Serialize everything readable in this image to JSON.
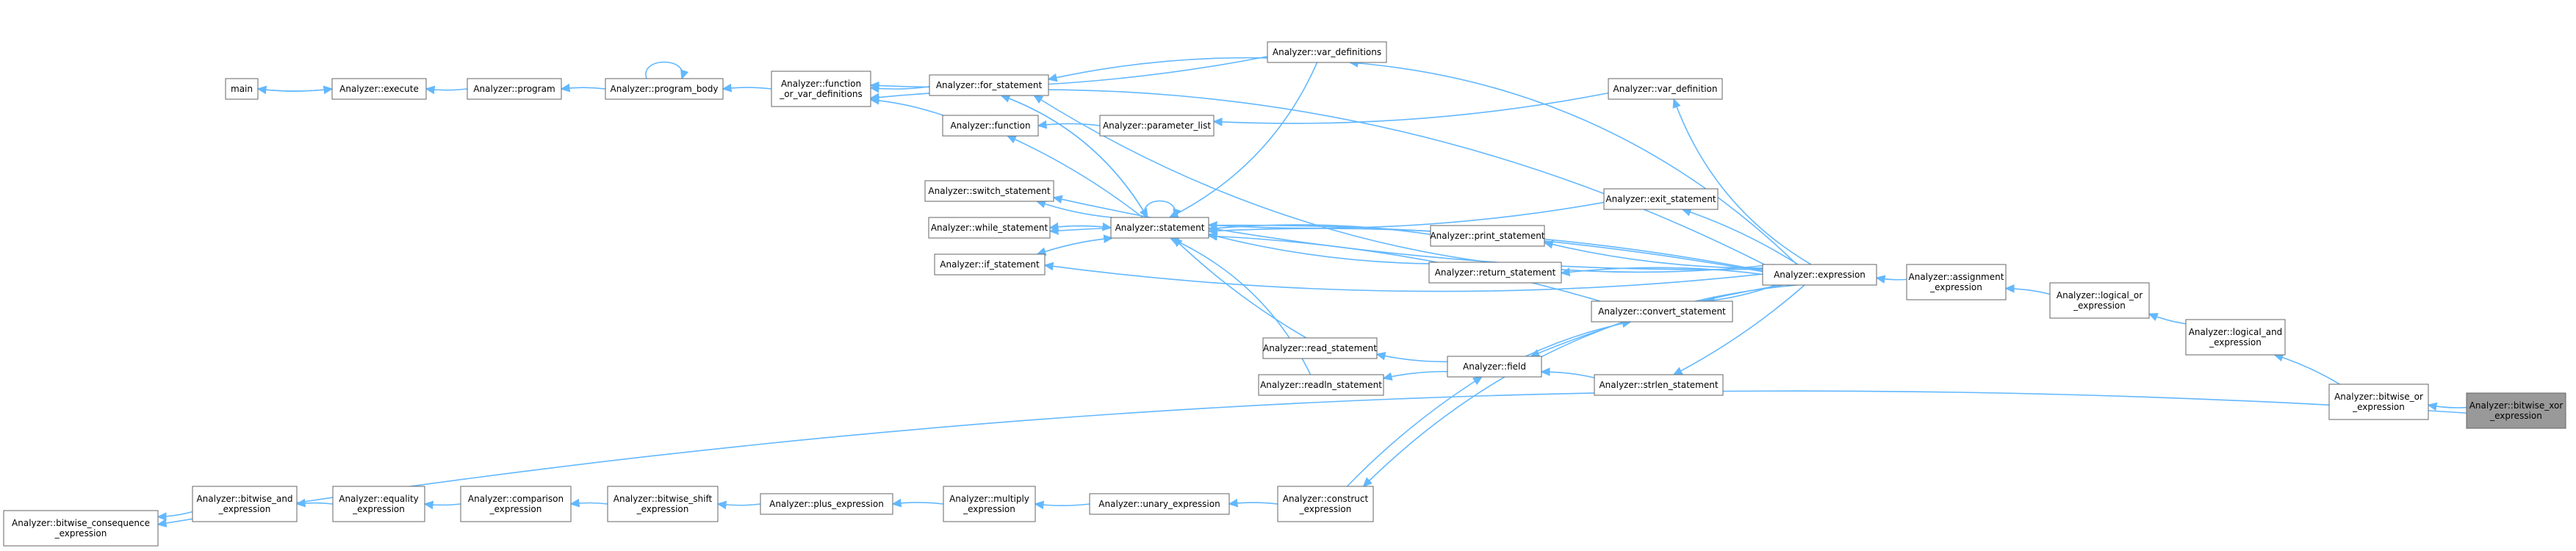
{
  "diagram": {
    "highlight_color": "#999999",
    "edge_color": "#63b8ff",
    "node_border_color": "#666666",
    "nodes": {
      "main": [
        "main"
      ],
      "execute": [
        "Analyzer::execute"
      ],
      "program": [
        "Analyzer::program"
      ],
      "program_body": [
        "Analyzer::program_body"
      ],
      "func_or_var": [
        "Analyzer::function",
        "_or_var_definitions"
      ],
      "for_statement": [
        "Analyzer::for_statement"
      ],
      "function": [
        "Analyzer::function"
      ],
      "var_definitions": [
        "Analyzer::var_definitions"
      ],
      "parameter_list": [
        "Analyzer::parameter_list"
      ],
      "var_definition": [
        "Analyzer::var_definition"
      ],
      "switch_statement": [
        "Analyzer::switch_statement"
      ],
      "while_statement": [
        "Analyzer::while_statement"
      ],
      "if_statement": [
        "Analyzer::if_statement"
      ],
      "statement": [
        "Analyzer::statement"
      ],
      "exit_statement": [
        "Analyzer::exit_statement"
      ],
      "print_statement": [
        "Analyzer::print_statement"
      ],
      "return_statement": [
        "Analyzer::return_statement"
      ],
      "convert_statement": [
        "Analyzer::convert_statement"
      ],
      "read_statement": [
        "Analyzer::read_statement"
      ],
      "readln_statement": [
        "Analyzer::readln_statement"
      ],
      "field": [
        "Analyzer::field"
      ],
      "strlen_statement": [
        "Analyzer::strlen_statement"
      ],
      "expression": [
        "Analyzer::expression"
      ],
      "assignment": [
        "Analyzer::assignment",
        "_expression"
      ],
      "logical_or": [
        "Analyzer::logical_or",
        "_expression"
      ],
      "logical_and": [
        "Analyzer::logical_and",
        "_expression"
      ],
      "bitwise_or": [
        "Analyzer::bitwise_or",
        "_expression"
      ],
      "bitwise_xor": [
        "Analyzer::bitwise_xor",
        "_expression"
      ],
      "bitwise_consequence": [
        "Analyzer::bitwise_consequence",
        "_expression"
      ],
      "bitwise_and": [
        "Analyzer::bitwise_and",
        "_expression"
      ],
      "equality": [
        "Analyzer::equality",
        "_expression"
      ],
      "comparison": [
        "Analyzer::comparison",
        "_expression"
      ],
      "bitwise_shift": [
        "Analyzer::bitwise_shift",
        "_expression"
      ],
      "plus": [
        "Analyzer::plus_expression"
      ],
      "multiply": [
        "Analyzer::multiply",
        "_expression"
      ],
      "unary": [
        "Analyzer::unary_expression"
      ],
      "construct": [
        "Analyzer::construct",
        "_expression"
      ]
    },
    "highlighted_node": "bitwise_xor",
    "edges": [
      [
        "execute",
        "main"
      ],
      [
        "main",
        "execute"
      ],
      [
        "program",
        "execute"
      ],
      [
        "program_body",
        "program"
      ],
      [
        "program_body",
        "program_body"
      ],
      [
        "func_or_var",
        "program_body"
      ],
      [
        "for_statement",
        "func_or_var"
      ],
      [
        "function",
        "func_or_var"
      ],
      [
        "var_definitions",
        "func_or_var"
      ],
      [
        "var_definitions",
        "for_statement"
      ],
      [
        "var_definitions",
        "statement"
      ],
      [
        "parameter_list",
        "function"
      ],
      [
        "var_definition",
        "parameter_list"
      ],
      [
        "statement",
        "for_statement"
      ],
      [
        "for_statement",
        "statement"
      ],
      [
        "statement",
        "function"
      ],
      [
        "statement",
        "switch_statement"
      ],
      [
        "statement",
        "while_statement"
      ],
      [
        "while_statement",
        "statement"
      ],
      [
        "statement",
        "if_statement"
      ],
      [
        "if_statement",
        "statement"
      ],
      [
        "statement",
        "statement"
      ],
      [
        "exit_statement",
        "statement"
      ],
      [
        "print_statement",
        "statement"
      ],
      [
        "return_statement",
        "statement"
      ],
      [
        "convert_statement",
        "statement"
      ],
      [
        "read_statement",
        "statement"
      ],
      [
        "readln_statement",
        "statement"
      ],
      [
        "field",
        "read_statement"
      ],
      [
        "field",
        "readln_statement"
      ],
      [
        "field",
        "convert_statement"
      ],
      [
        "strlen_statement",
        "field"
      ],
      [
        "construct",
        "field"
      ],
      [
        "expression",
        "func_or_var"
      ],
      [
        "expression",
        "for_statement"
      ],
      [
        "expression",
        "var_definitions"
      ],
      [
        "expression",
        "var_definition"
      ],
      [
        "expression",
        "statement"
      ],
      [
        "expression",
        "switch_statement"
      ],
      [
        "expression",
        "exit_statement"
      ],
      [
        "expression",
        "print_statement"
      ],
      [
        "expression",
        "return_statement"
      ],
      [
        "expression",
        "convert_statement"
      ],
      [
        "expression",
        "field"
      ],
      [
        "expression",
        "strlen_statement"
      ],
      [
        "expression",
        "while_statement"
      ],
      [
        "expression",
        "if_statement"
      ],
      [
        "expression",
        "construct"
      ],
      [
        "assignment",
        "expression"
      ],
      [
        "logical_or",
        "assignment"
      ],
      [
        "logical_and",
        "logical_or"
      ],
      [
        "bitwise_or",
        "logical_and"
      ],
      [
        "bitwise_xor",
        "bitwise_or"
      ],
      [
        "bitwise_xor",
        "bitwise_consequence"
      ],
      [
        "bitwise_and",
        "bitwise_consequence"
      ],
      [
        "equality",
        "bitwise_and"
      ],
      [
        "comparison",
        "equality"
      ],
      [
        "bitwise_shift",
        "comparison"
      ],
      [
        "plus",
        "bitwise_shift"
      ],
      [
        "multiply",
        "plus"
      ],
      [
        "unary",
        "multiply"
      ],
      [
        "construct",
        "unary"
      ]
    ]
  }
}
